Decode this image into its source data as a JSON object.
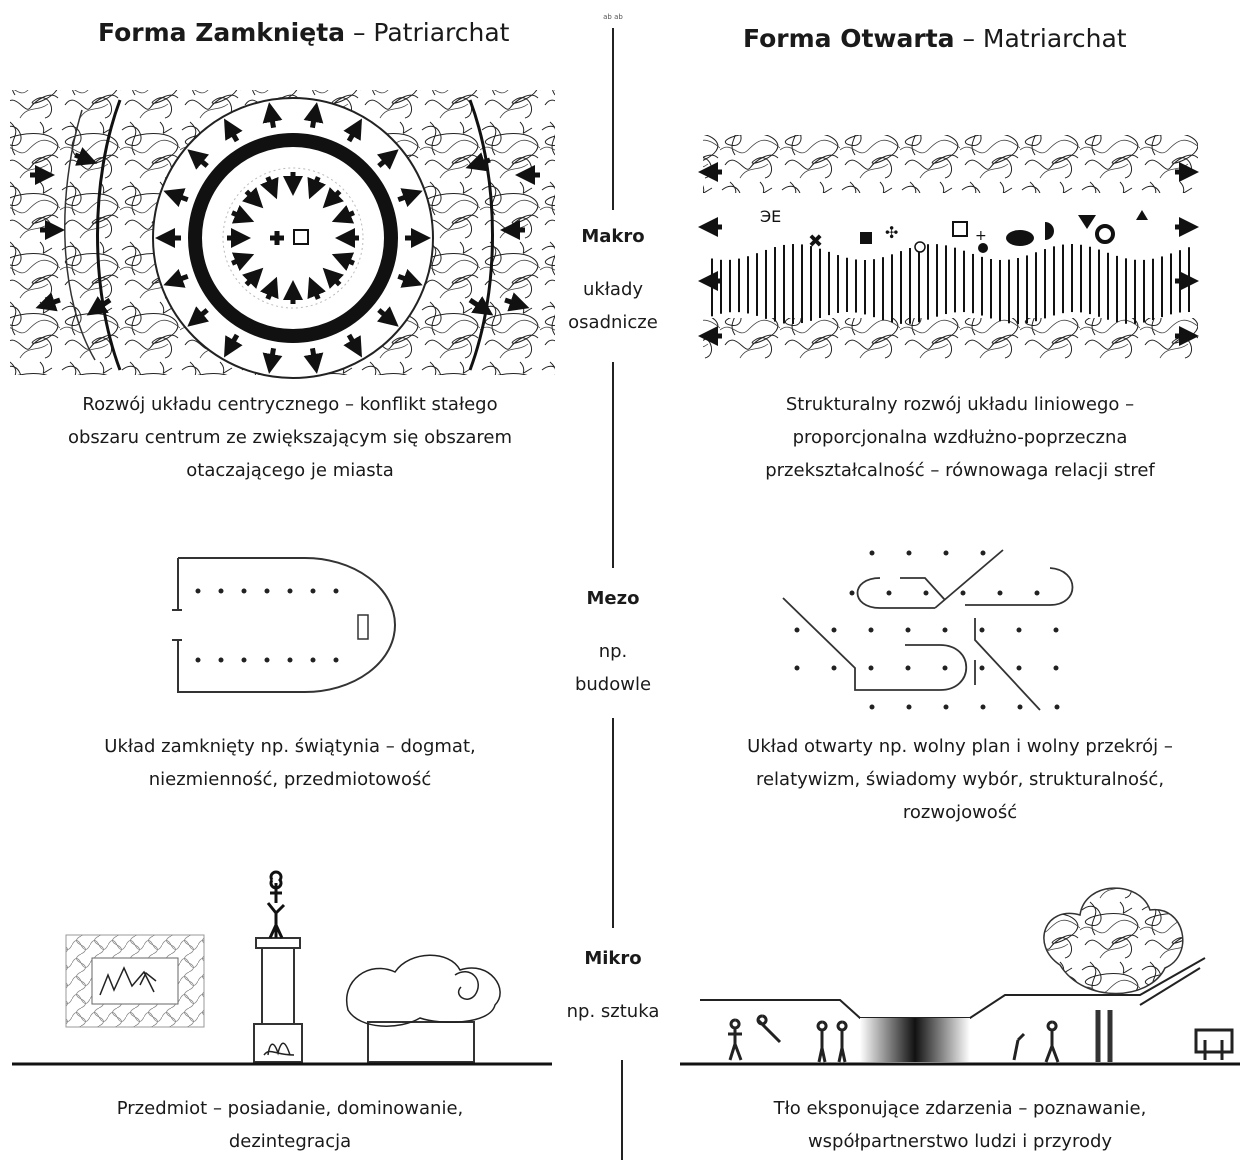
{
  "left_column": {
    "title_bold": "Forma Zamknięta",
    "title_rest": " – Patriarchat",
    "caption_makro": [
      "Rozwój układu centrycznego – konflikt stałego",
      "obszaru centrum ze zwiększającym się obszarem",
      "otaczającego je miasta"
    ],
    "caption_mezo": [
      "Układ zamknięty np. świątynia – dogmat,",
      "niezmienność, przedmiotowość"
    ],
    "caption_mikro": [
      "Przedmiot – posiadanie, dominowanie,",
      "dezintegracja"
    ]
  },
  "right_column": {
    "title_bold": "Forma Otwarta",
    "title_rest": " – Matriarchat",
    "caption_makro": [
      "Strukturalny rozwój układu liniowego –",
      "proporcjonalna wzdłużno-poprzeczna",
      "przekształcalność – równowaga relacji stref"
    ],
    "caption_mezo": [
      "Układ otwarty np. wolny plan i wolny przekrój –",
      "relatywizm, świadomy wybór, strukturalność,",
      "rozwojowość"
    ],
    "caption_mikro": [
      "Tło eksponujące zdarzenia – poznawanie,",
      "współpartnerstwo ludzi i przyrody"
    ]
  },
  "center_axis": {
    "levels": [
      {
        "name": "Makro",
        "desc": [
          "układy",
          "osadnicze"
        ]
      },
      {
        "name": "Mezo",
        "desc": [
          "np.",
          "budowle"
        ]
      },
      {
        "name": "Mikro",
        "desc": [
          "np. sztuka"
        ]
      }
    ]
  }
}
